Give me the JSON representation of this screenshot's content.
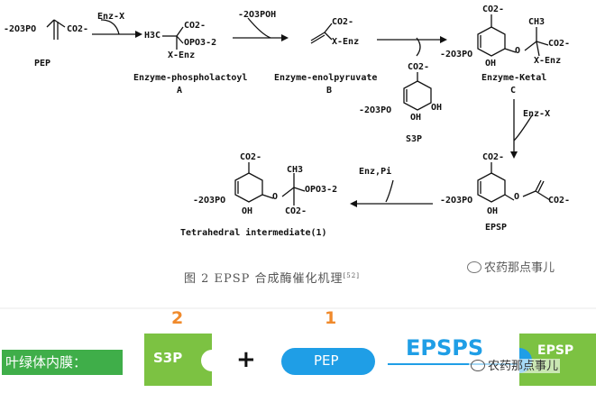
{
  "diagram": {
    "compounds": {
      "pep": {
        "group": "-2O3PO",
        "acid": "CO2-",
        "name": "PEP"
      },
      "phospholactoyl": {
        "acid": "CO2-",
        "methyl": "H3C",
        "phos": "OPO3-2",
        "enz": "X-Enz",
        "name": "Enzyme-phospholactoyl",
        "letter": "A"
      },
      "enolpyruvate": {
        "acid": "CO2-",
        "enz": "X-Enz",
        "name": "Enzyme-enolpyruvate",
        "letter": "B"
      },
      "ketal": {
        "top": "CO2-",
        "methyl": "CH3",
        "acid": "CO2-",
        "enz": "X-Enz",
        "phos": "-2O3PO",
        "oh": "OH",
        "o": "O",
        "name": "Enzyme-Ketal",
        "letter": "C"
      },
      "s3p": {
        "top": "CO2-",
        "phos": "-2O3PO",
        "oh1": "OH",
        "oh2": "OH",
        "name": "S3P"
      },
      "epsp": {
        "top": "CO2-",
        "phos": "-2O3PO",
        "oh": "OH",
        "o": "O",
        "acid": "CO2-",
        "name": "EPSP"
      },
      "tetrahedral": {
        "top": "CO2-",
        "methyl": "CH3",
        "phos": "-2O3PO",
        "oh": "OH",
        "o": "O",
        "phos2": "OPO3-2",
        "acid": "CO2-",
        "name": "Tetrahedral intermediate(1)"
      }
    },
    "reagents": {
      "enz_x_1": "Enz-X",
      "phosphate": "-2O3POH",
      "enz_x_2": "Enz-X",
      "enz_pi": "Enz,Pi"
    },
    "caption": "图 2   EPSP 合成酶催化机理",
    "caption_ref": "[52]"
  },
  "watermark": "农药那点事儿",
  "lower_panel": {
    "label": "叶绿体内膜：",
    "num_s3p": "2",
    "num_pep": "1",
    "s3p": "S3P",
    "plus": "+",
    "pep": "PEP",
    "enzyme": "EPSPS",
    "product": "EPSP"
  },
  "colors": {
    "green": "#7cc242",
    "blue": "#1f9ee6",
    "orange": "#f08a2c",
    "green_label": "#3fae49"
  }
}
